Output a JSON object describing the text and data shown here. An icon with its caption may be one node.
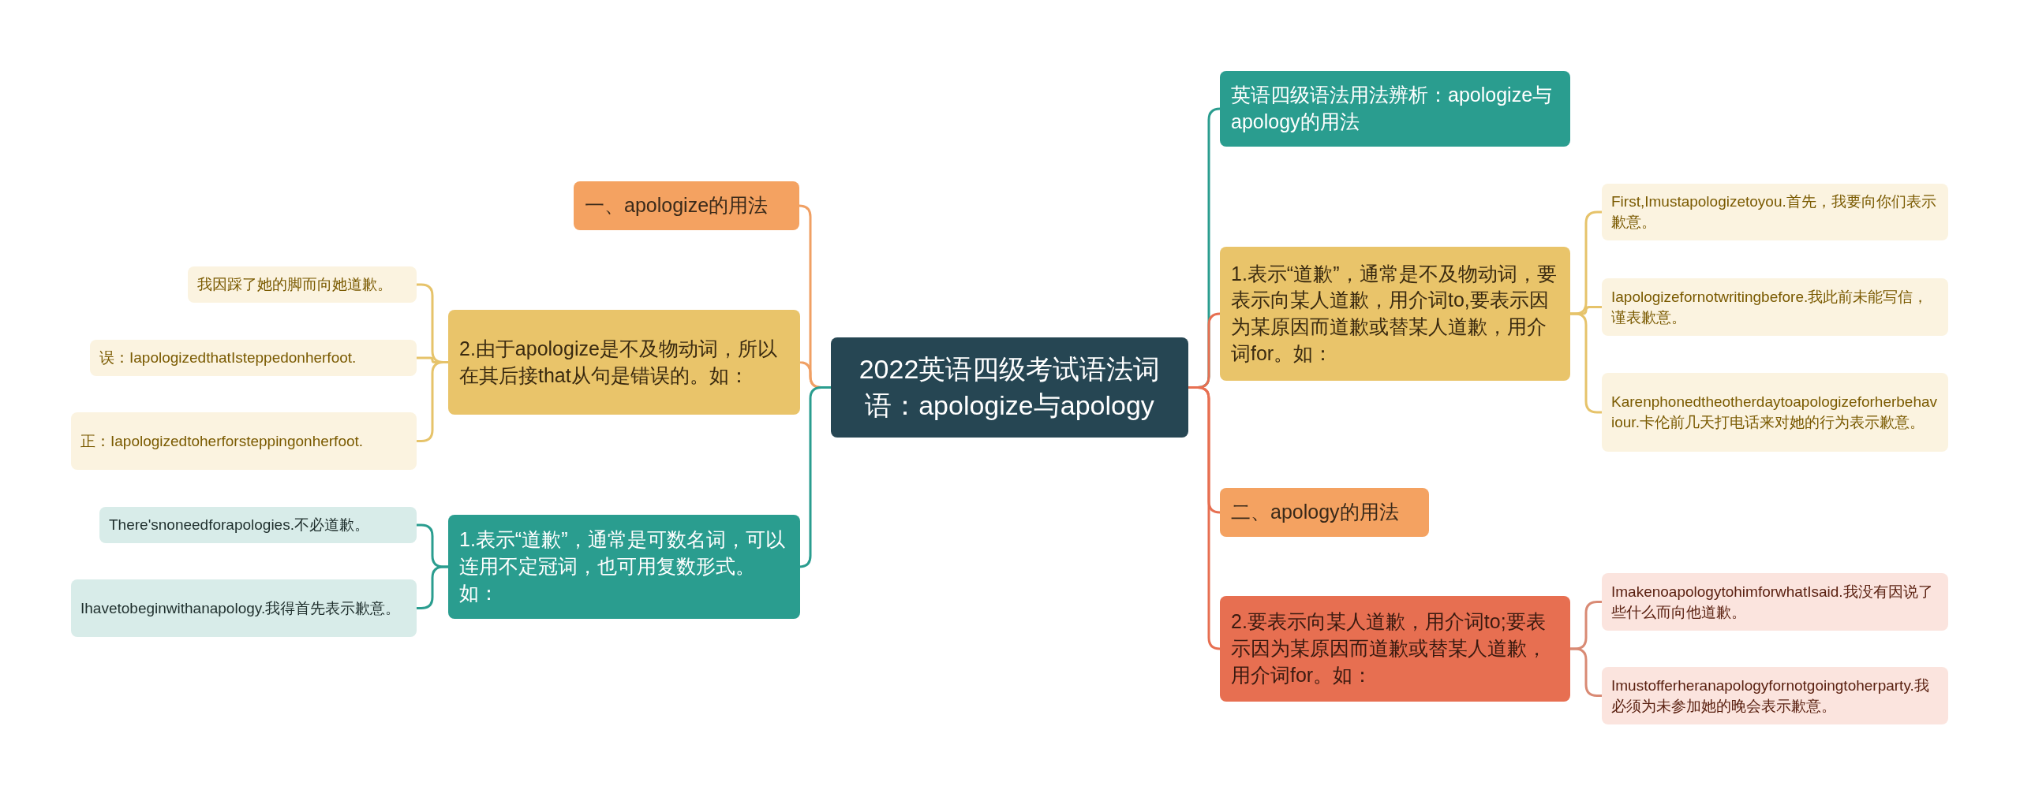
{
  "diagram": {
    "nodes": [
      {
        "text": [
          "2022英语四级考试语法词语：apologize与apology"
        ]
      },
      {
        "text": [
          "一、apologize的用法"
        ]
      },
      {
        "text": [
          "2.由于apologize是不及物动词，所以在其后接that从句是错误的。如："
        ]
      },
      {
        "text": [
          "我因踩了她的脚而向她道歉。"
        ]
      },
      {
        "text": [
          "误：IapologizedthatIsteppedonherfoot."
        ]
      },
      {
        "text": [
          "正：Iapologizedtoherforsteppingonherfoot."
        ]
      },
      {
        "text": [
          "1.表示“道歉”，通常是可数名词，可以连用不定冠词，也可用复数形式。如："
        ]
      },
      {
        "text": [
          "There'snoneedforapologies.不必道歉。"
        ]
      },
      {
        "text": [
          "Ihavetobeginwithanapology.我得首先表示歉意。"
        ]
      },
      {
        "text": [
          "英语四级语法用法辨析：apologize与apology的用法"
        ]
      },
      {
        "text": [
          "1.表示“道歉”，通常是不及物动词，要表示向某人道歉，用介词to,要表示因为某原因而道歉或替某人道歉，用介词for。如："
        ]
      },
      {
        "text": [
          "First,Imustapologizetoyou.首先，我要向你们表示歉意。"
        ]
      },
      {
        "text": [
          "Iapologizefornotwritingbefore.我此前未能写信，谨表歉意。"
        ]
      },
      {
        "text": [
          "Karenphonedtheotherdaytoapologizeforherbehaviour.卡伦前几天打电话来对她的行为表示歉意。"
        ]
      },
      {
        "text": [
          "二、apology的用法"
        ]
      },
      {
        "text": [
          "2.要表示向某人道歉，用介词to;要表示因为某原因而道歉或替某人道歉，用介词for。如："
        ]
      },
      {
        "text": [
          "ImakenoapologytohimforwhatIsaid.我没有因说了些什么而向他道歉。"
        ]
      },
      {
        "text": [
          "Imustofferheranapologyfornotgoingtoherparty.我必须为未参加她的晚会表示歉意。"
        ]
      }
    ],
    "edges": [
      {
        "from": 0,
        "to": 1,
        "arrow": "none",
        "color": "#f0a064"
      },
      {
        "from": 0,
        "to": 2,
        "arrow": "none",
        "color": "#f0a064"
      },
      {
        "from": 2,
        "to": 3,
        "arrow": "none",
        "color": "#e6c36a"
      },
      {
        "from": 2,
        "to": 4,
        "arrow": "none",
        "color": "#e6c36a"
      },
      {
        "from": 2,
        "to": 5,
        "arrow": "none",
        "color": "#e6c36a"
      },
      {
        "from": 0,
        "to": 6,
        "arrow": "none",
        "color": "#2a9d8f"
      },
      {
        "from": 6,
        "to": 7,
        "arrow": "none",
        "color": "#2a9d8f"
      },
      {
        "from": 6,
        "to": 8,
        "arrow": "none",
        "color": "#2a9d8f"
      },
      {
        "from": 0,
        "to": 9,
        "arrow": "none",
        "color": "#2a9d8f"
      },
      {
        "from": 0,
        "to": 10,
        "arrow": "none",
        "color": "#e76f51"
      },
      {
        "from": 10,
        "to": 11,
        "arrow": "none",
        "color": "#e6c36a"
      },
      {
        "from": 10,
        "to": 12,
        "arrow": "none",
        "color": "#e6c36a"
      },
      {
        "from": 10,
        "to": 13,
        "arrow": "none",
        "color": "#e6c36a"
      },
      {
        "from": 0,
        "to": 14,
        "arrow": "none",
        "color": "#e76f51"
      },
      {
        "from": 0,
        "to": 15,
        "arrow": "none",
        "color": "#e76f51"
      },
      {
        "from": 15,
        "to": 16,
        "arrow": "none",
        "color": "#d98a74"
      },
      {
        "from": 15,
        "to": 17,
        "arrow": "none",
        "color": "#d98a74"
      }
    ]
  }
}
